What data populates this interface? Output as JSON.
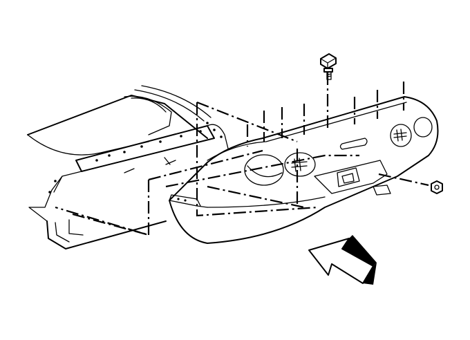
{
  "diagram": {
    "labels": [],
    "colors": {
      "line": "#000000",
      "background": "#ffffff"
    },
    "parts": [
      "vehicle-rear-body",
      "rear-bumper-fascia",
      "fascia-bolt",
      "fascia-side-nut",
      "tail-lamp-openings",
      "license-plate-pocket",
      "direction-arrow"
    ]
  }
}
